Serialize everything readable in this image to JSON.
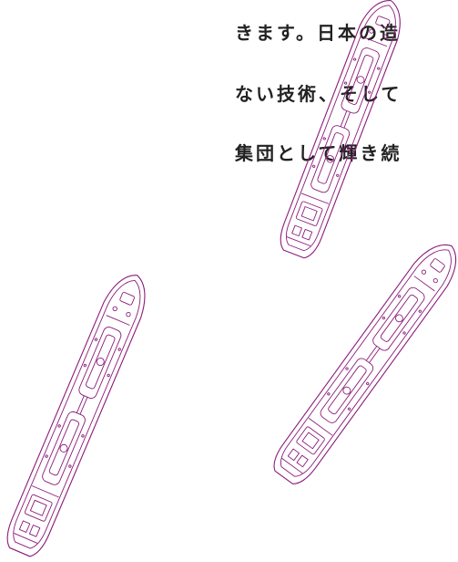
{
  "text_lines": [
    "きます。日本の造",
    "ない技術、そして",
    "集団として輝き続"
  ],
  "colors": {
    "text": "#222222",
    "ship_line": "#8b1a7a"
  },
  "illustrations": {
    "ships": [
      {
        "name": "ship-top-right"
      },
      {
        "name": "ship-bottom-left"
      },
      {
        "name": "ship-bottom-right"
      }
    ]
  }
}
